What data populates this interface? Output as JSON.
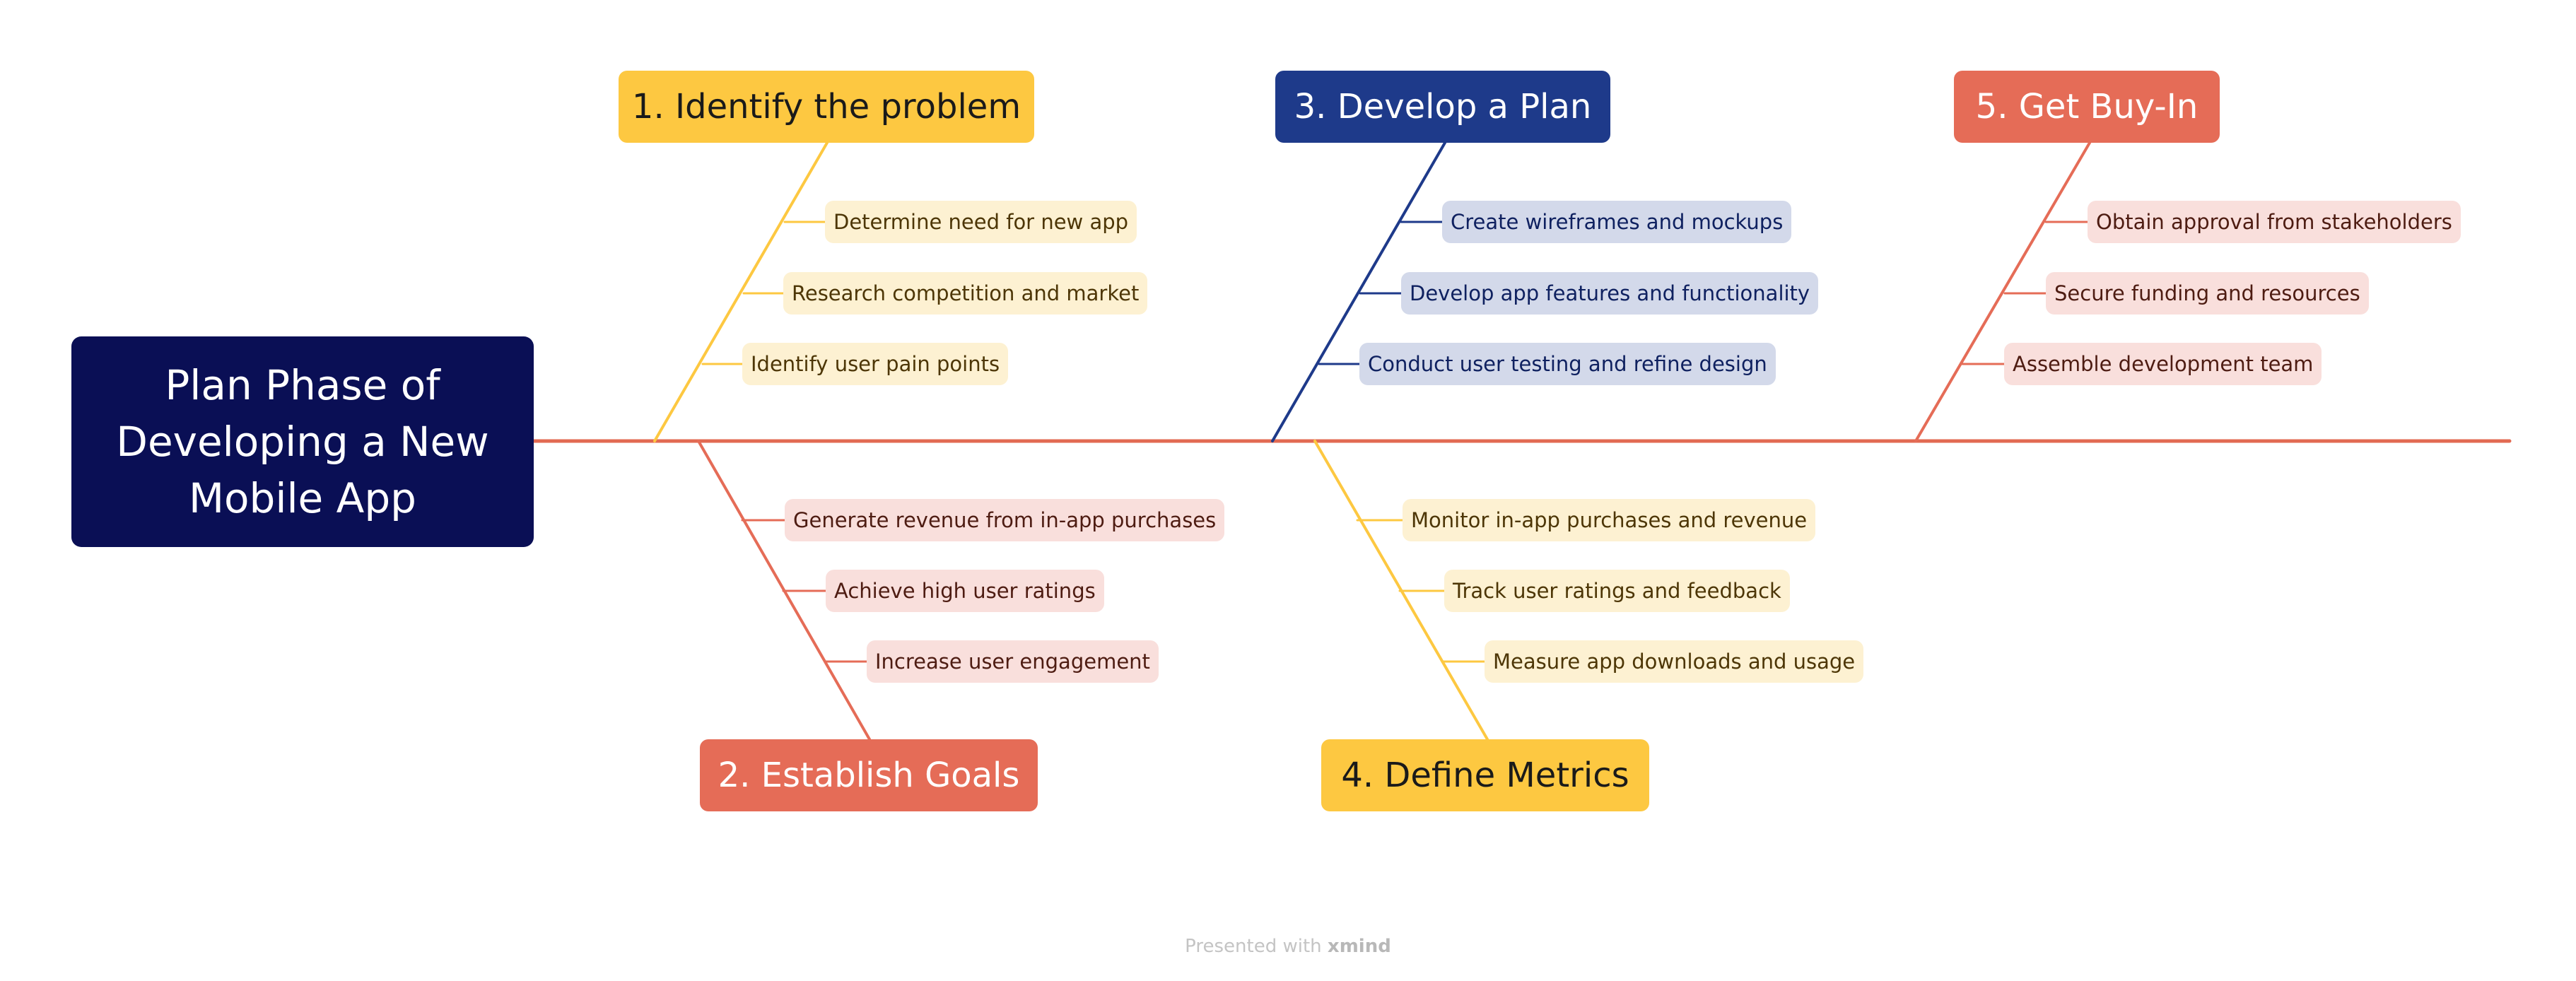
{
  "diagram": {
    "root": {
      "label": "Plan Phase of\nDeveloping a New\nMobile App",
      "bg": "#0a0f55"
    },
    "colors": {
      "spine": "#e26a52",
      "yellow_main": "#fdc841",
      "yellow_sub": "#fdf1d2",
      "yellow_text": "#4d3606",
      "red_main": "#e56c57",
      "red_sub": "#f9dfdc",
      "red_text": "#4e1c12",
      "blue_main": "#1e3a8a",
      "blue_sub": "#d3d9ea",
      "blue_text": "#0f2160"
    },
    "topics": [
      {
        "label": "1. Identify the problem",
        "color": "yellow",
        "subs": [
          "Determine need for new app",
          "Research competition and market",
          "Identify user pain points"
        ]
      },
      {
        "label": "2. Establish Goals",
        "color": "red",
        "subs": [
          "Generate revenue from in-app purchases",
          "Achieve high user ratings",
          "Increase user engagement"
        ]
      },
      {
        "label": "3. Develop a Plan",
        "color": "blue",
        "subs": [
          "Create wireframes and mockups",
          "Develop app features and functionality",
          "Conduct user testing and refine design"
        ]
      },
      {
        "label": "4. Define Metrics",
        "color": "yellow",
        "subs": [
          "Monitor in-app purchases and revenue",
          "Track user ratings and feedback",
          "Measure app downloads and usage"
        ]
      },
      {
        "label": "5. Get Buy-In",
        "color": "red",
        "subs": [
          "Obtain approval from stakeholders",
          "Secure funding and resources",
          "Assemble development team"
        ]
      }
    ]
  },
  "footer": {
    "prefix": "Presented with ",
    "brand": "xmind"
  }
}
